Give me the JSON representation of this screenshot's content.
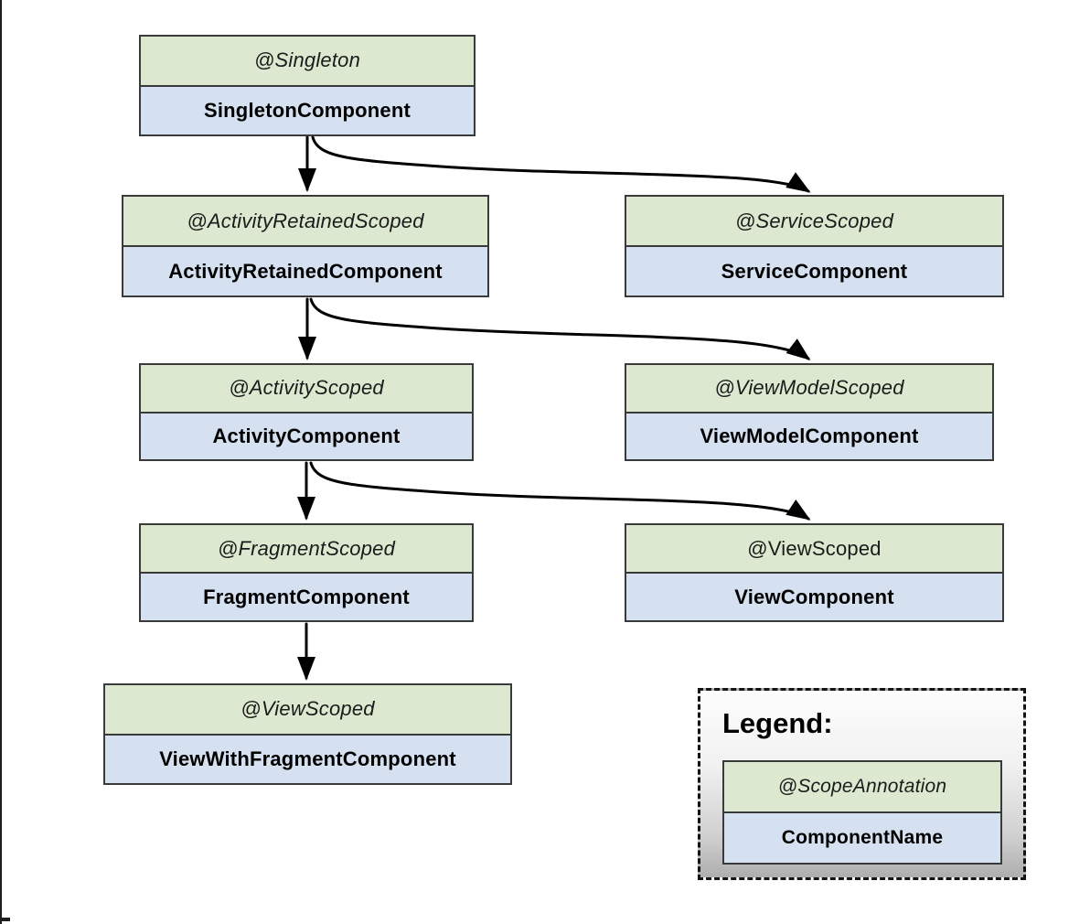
{
  "diagram": {
    "nodes": [
      {
        "id": "singleton",
        "scope": "@Singleton",
        "component": "SingletonComponent"
      },
      {
        "id": "activity-retained",
        "scope": "@ActivityRetainedScoped",
        "component": "ActivityRetainedComponent"
      },
      {
        "id": "service",
        "scope": "@ServiceScoped",
        "component": "ServiceComponent"
      },
      {
        "id": "activity",
        "scope": "@ActivityScoped",
        "component": "ActivityComponent"
      },
      {
        "id": "viewmodel",
        "scope": "@ViewModelScoped",
        "component": "ViewModelComponent"
      },
      {
        "id": "fragment",
        "scope": "@FragmentScoped",
        "component": "FragmentComponent"
      },
      {
        "id": "view",
        "scope": "@ViewScoped",
        "component": "ViewComponent"
      },
      {
        "id": "view-with-fragment",
        "scope": "@ViewScoped",
        "component": "ViewWithFragmentComponent"
      }
    ],
    "edges": [
      {
        "from": "SingletonComponent",
        "to": "ActivityRetainedComponent"
      },
      {
        "from": "SingletonComponent",
        "to": "ServiceComponent"
      },
      {
        "from": "ActivityRetainedComponent",
        "to": "ActivityComponent"
      },
      {
        "from": "ActivityRetainedComponent",
        "to": "ViewModelComponent"
      },
      {
        "from": "ActivityComponent",
        "to": "FragmentComponent"
      },
      {
        "from": "ActivityComponent",
        "to": "ViewComponent"
      },
      {
        "from": "FragmentComponent",
        "to": "ViewWithFragmentComponent"
      }
    ],
    "legend": {
      "title": "Legend:",
      "scope_label": "@ScopeAnnotation",
      "component_label": "ComponentName"
    },
    "colors": {
      "scope_bg": "#dce8cf",
      "component_bg": "#d5e1f1",
      "box_border": "#3a3a3a",
      "arrow": "#000000"
    }
  }
}
